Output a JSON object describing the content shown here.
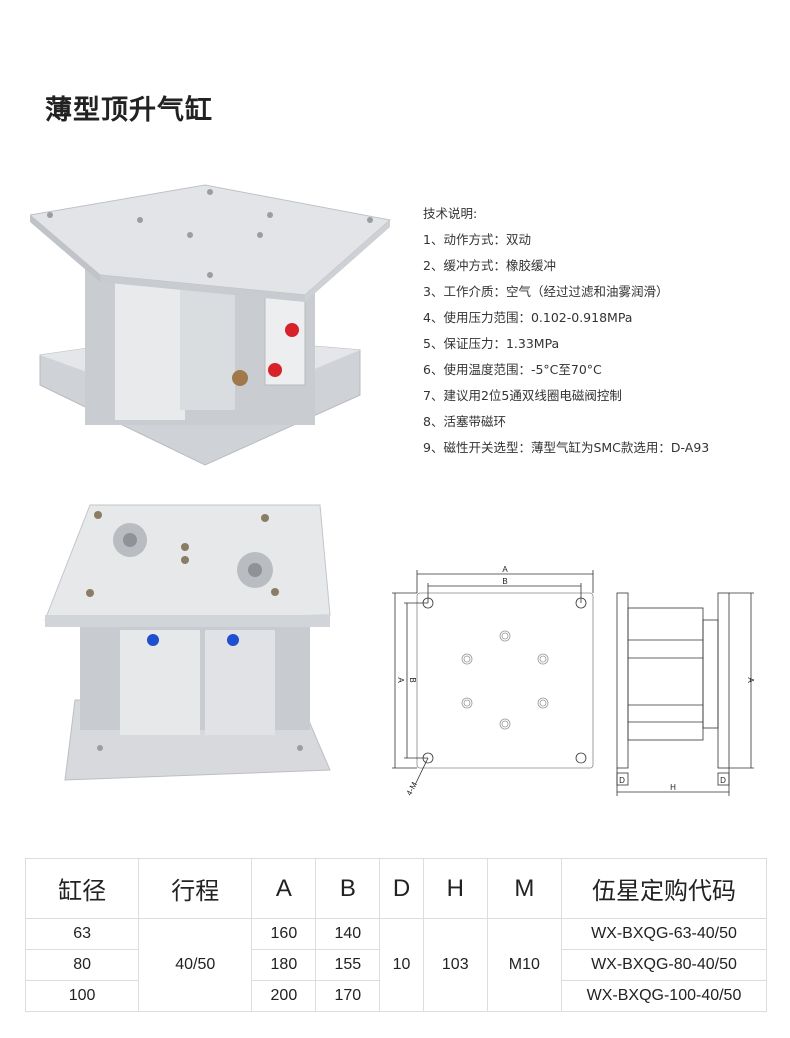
{
  "title": "薄型顶升气缸",
  "specs": {
    "heading": "技术说明:",
    "items": [
      "1、动作方式：双动",
      "2、缓冲方式：橡胶缓冲",
      "3、工作介质：空气（经过过滤和油雾润滑）",
      "4、使用压力范围：0.102-0.918MPa",
      "5、保证压力：1.33MPa",
      "6、使用温度范围：-5°C至70°C",
      "7、建议用2位5通双线圈电磁阀控制",
      "8、活塞带磁环",
      "9、磁性开关选型：薄型气缸为SMC款选用：D-A93"
    ]
  },
  "drawing": {
    "A": "A",
    "B": "B",
    "D": "D",
    "H": "H",
    "hole": "4-M"
  },
  "table": {
    "headers": [
      "缸径",
      "行程",
      "A",
      "B",
      "D",
      "H",
      "M",
      "伍星定购代码"
    ],
    "bores": [
      "63",
      "80",
      "100"
    ],
    "stroke": "40/50",
    "A": [
      "160",
      "180",
      "200"
    ],
    "B": [
      "140",
      "155",
      "170"
    ],
    "D": "10",
    "H": "103",
    "M": "M10",
    "codes": [
      "WX-BXQG-63-40/50",
      "WX-BXQG-80-40/50",
      "WX-BXQG-100-40/50"
    ]
  },
  "colors": {
    "port_red": "#d8222a",
    "fitting_blue": "#1f4fd0",
    "aluminum": "#d9dbde"
  }
}
